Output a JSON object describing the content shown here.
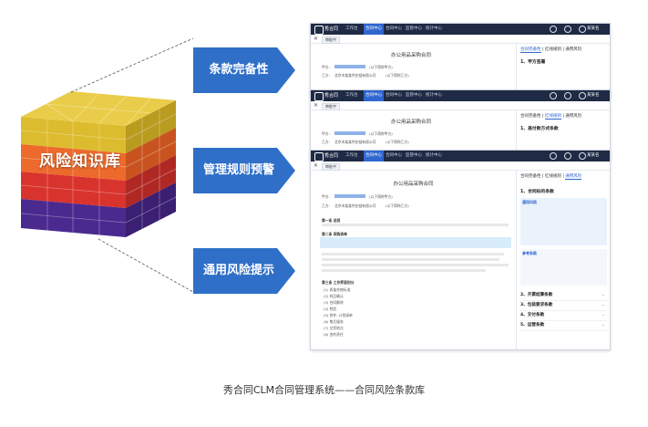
{
  "knowledge_base_label": "风险知识库",
  "arrows": [
    {
      "label": "条款完备性"
    },
    {
      "label": "管理规则预警"
    },
    {
      "label": "通用风险提示"
    }
  ],
  "app": {
    "brand": "秀合同",
    "nav": [
      "工作台",
      "合同中心",
      "合同中心",
      "监管中心",
      "统计中心"
    ],
    "user": "某某名",
    "tab_label": "审批中",
    "doc_title": "办公用品采购合同",
    "field_party_a_label": "甲方:",
    "field_party_b_label": "乙方:",
    "field_party_b_value": "北京市某某供应链有限公司",
    "field_party_a_hint": "(以下简称甲方)",
    "field_party_b_hint": "(以下简称乙方)"
  },
  "panels": [
    {
      "tabs": [
        "合同完备性",
        "红线规则",
        "通用风险"
      ],
      "active_tab": 0,
      "first_item": "1、甲方签署"
    },
    {
      "tabs": [
        "合同完备性",
        "红线规则",
        "通用风险"
      ],
      "active_tab": 1,
      "first_item": "1、盖付款方式条款"
    },
    {
      "tabs": [
        "合同完备性",
        "红线规则",
        "通用风险"
      ],
      "active_tab": 2,
      "first_item": "1、合同标的条款",
      "sub1": "通用风险",
      "sub2": "参考条款",
      "sections": [
        "2、开票结算条款",
        "3、包装要求条款",
        "4、交付条款",
        "5、运营条款"
      ]
    }
  ],
  "doc_body": {
    "art1": "第一条 总则",
    "art2": "第二条 采购清单",
    "art3": "第三条 工作界面划分",
    "items": [
      "(1) 质量合格标准",
      "(2) 样品确认",
      "(3) 合同解除",
      "(4) 检验",
      "(5) 附件: 计划清单",
      "(6) 售后服务",
      "(7) 交货地点",
      "(8) 违约责任"
    ]
  },
  "caption": "秀合同CLM合同管理系统——合同风险条款库",
  "colors": {
    "arrow": "#2f6fc8",
    "cube_top": "#d9b92c",
    "cube_orange": "#e8632a",
    "cube_red": "#d9332e",
    "cube_purple": "#4a2a8f",
    "topbar": "#1f2a44"
  }
}
